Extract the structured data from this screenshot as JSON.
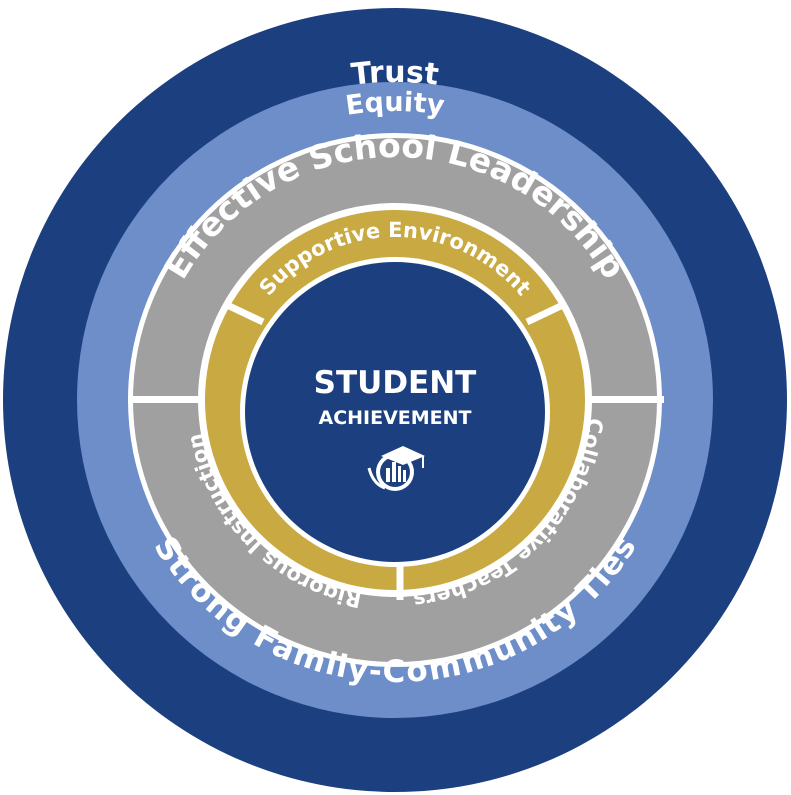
{
  "diagram": {
    "rings": {
      "trust": "Trust",
      "equity": "Equity",
      "leadership": "Effective School Leadership",
      "family_community": "Strong Family-Community Ties"
    },
    "inner_segments": {
      "top": "Supportive Environment",
      "left": "Rigorous Instruction",
      "right": "Collaborative Teachers"
    },
    "center": {
      "title": "STUDENT",
      "subtitle": "ACHIEVEMENT",
      "logo_icon": "graduation-cap-city-logo"
    }
  },
  "colors": {
    "navy": "#1b3f7f",
    "light_blue": "#6d8ec9",
    "gray": "#a0a0a0",
    "gold": "#c9a941",
    "white": "#ffffff"
  }
}
